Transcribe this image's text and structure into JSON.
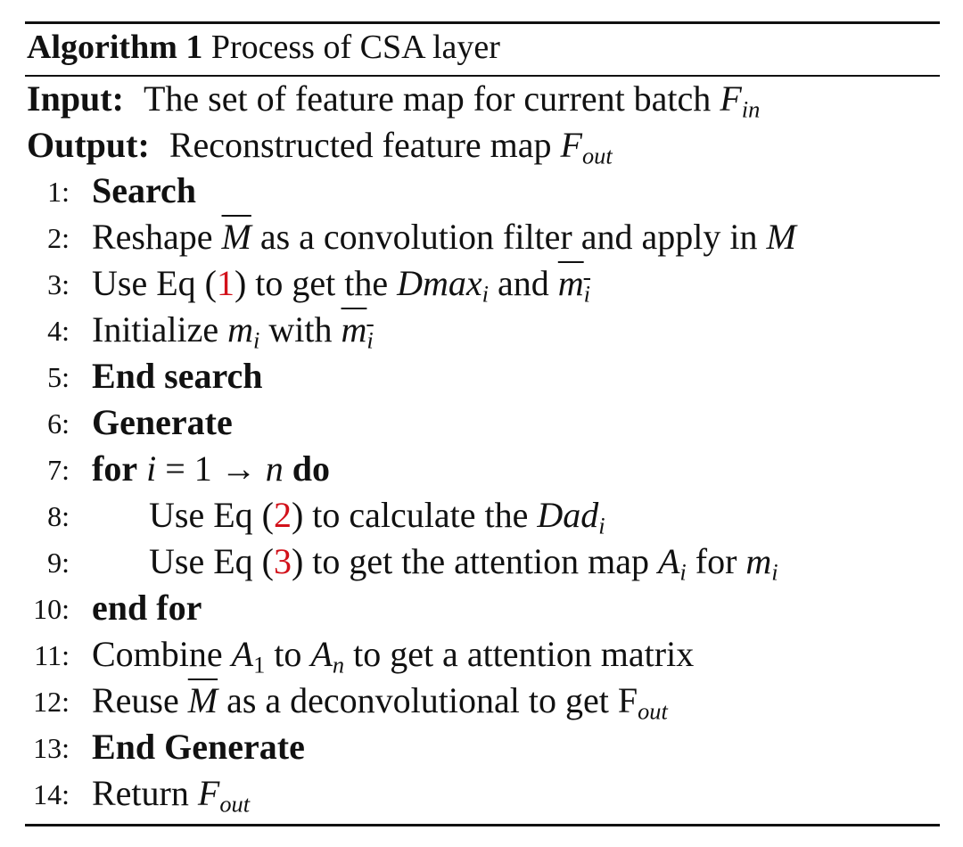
{
  "algorithm": {
    "label": "Algorithm 1",
    "title": "Process of CSA layer",
    "input_label": "Input:",
    "input_text": "The set of feature map for current batch",
    "input_var": "F",
    "input_sub": "in",
    "output_label": "Output:",
    "output_text": "Reconstructed feature map",
    "output_var": "F",
    "output_sub": "out"
  },
  "steps": [
    {
      "n": "1:",
      "kw": "Search"
    },
    {
      "n": "2:",
      "t1": "Reshape",
      "v1": "M",
      "t2": "as a convolution filter and apply in",
      "v2": "M"
    },
    {
      "n": "3:",
      "t1": "Use Eq (",
      "ref": "1",
      "t2": ") to get the",
      "v1": "Dmax",
      "s1": "i",
      "t3": "and",
      "v2": "m",
      "s2": "i"
    },
    {
      "n": "4:",
      "t1": "Initialize",
      "v1": "m",
      "s1": "i",
      "t2": "with",
      "v2": "m",
      "s2": "i"
    },
    {
      "n": "5:",
      "kw": "End search"
    },
    {
      "n": "6:",
      "kw": "Generate"
    },
    {
      "n": "7:",
      "kw": "for",
      "v1": "i",
      "op1": "=",
      "c1": "1",
      "op2": "→",
      "v2": "n",
      "kw2": "do"
    },
    {
      "n": "8:",
      "t1": "Use Eq (",
      "ref": "2",
      "t2": ") to calculate the",
      "v1": "Dad",
      "s1": "i"
    },
    {
      "n": "9:",
      "t1": "Use Eq (",
      "ref": "3",
      "t2": ") to get the attention map",
      "v1": "A",
      "s1": "i",
      "t3": "for",
      "v2": "m",
      "s2": "i"
    },
    {
      "n": "10:",
      "kw": "end for"
    },
    {
      "n": "11:",
      "t1": "Combine",
      "v1": "A",
      "s1": "1",
      "t2": "to",
      "v2": "A",
      "s2": "n",
      "t3": "to get a attention matrix"
    },
    {
      "n": "12:",
      "t1": "Reuse",
      "v1": "M",
      "t2": "as a deconvolutional to get F",
      "s1": "out"
    },
    {
      "n": "13:",
      "kw": "End Generate"
    },
    {
      "n": "14:",
      "t1": "Return",
      "v1": "F",
      "s1": "out"
    }
  ]
}
